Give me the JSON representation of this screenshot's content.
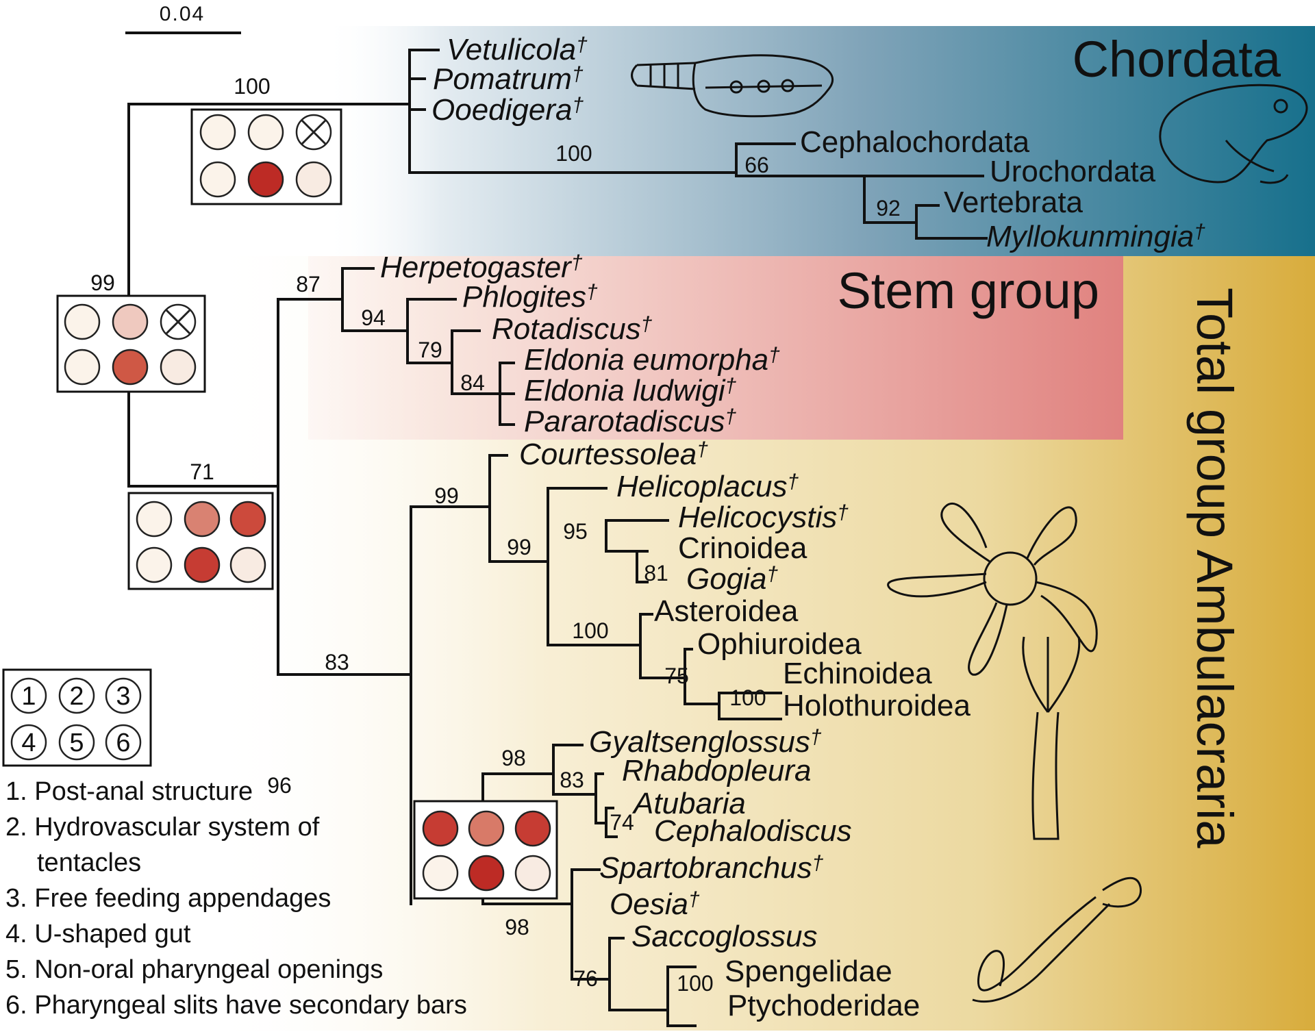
{
  "scale_bar": "0.04",
  "clades": {
    "chordata": "Chordata",
    "stem_group": "Stem group",
    "ambulacraria": "Total group Ambulacraria"
  },
  "taxa": [
    {
      "name": "Vetulicola",
      "mark": "†"
    },
    {
      "name": "Pomatrum",
      "mark": "†"
    },
    {
      "name": "Ooedigera",
      "mark": "†"
    },
    {
      "name": "Cephalochordata"
    },
    {
      "name": "Urochordata"
    },
    {
      "name": "Vertebrata"
    },
    {
      "name": "Myllokunmingia",
      "mark": "†"
    },
    {
      "name": "Herpetogaster",
      "mark": "†"
    },
    {
      "name": "Phlogites",
      "mark": "†"
    },
    {
      "name": "Rotadiscus",
      "mark": "†"
    },
    {
      "name": "Eldonia eumorpha",
      "mark": "†"
    },
    {
      "name": "Eldonia ludwigi",
      "mark": "†"
    },
    {
      "name": "Pararotadiscus",
      "mark": "†"
    },
    {
      "name": "Courtessolea",
      "mark": "†"
    },
    {
      "name": "Helicoplacus",
      "mark": "†"
    },
    {
      "name": "Helicocystis",
      "mark": "†"
    },
    {
      "name": "Crinoidea"
    },
    {
      "name": "Gogia",
      "mark": "†"
    },
    {
      "name": "Asteroidea"
    },
    {
      "name": "Ophiuroidea"
    },
    {
      "name": "Echinoidea"
    },
    {
      "name": "Holothuroidea"
    },
    {
      "name": "Gyaltsenglossus",
      "mark": "†"
    },
    {
      "name": "Rhabdopleura"
    },
    {
      "name": "Atubaria"
    },
    {
      "name": "Cephalodiscus"
    },
    {
      "name": "Spartobranchus",
      "mark": "†"
    },
    {
      "name": "Oesia",
      "mark": "†"
    },
    {
      "name": "Saccoglossus"
    },
    {
      "name": "Spengelidae"
    },
    {
      "name": "Ptychoderidae"
    }
  ],
  "support": [
    "100",
    "100",
    "66",
    "92",
    "99",
    "87",
    "94",
    "79",
    "84",
    "71",
    "99",
    "99",
    "95",
    "81",
    "100",
    "75",
    "100",
    "83",
    "98",
    "83",
    "74",
    "96",
    "98",
    "76",
    "100"
  ],
  "legend": {
    "keys": [
      "1",
      "2",
      "3",
      "4",
      "5",
      "6"
    ],
    "items": [
      "1. Post-anal structure",
      "2. Hydrovascular system of",
      "tentacles",
      "3. Free feeding appendages",
      "4. U-shaped gut",
      "5. Non-oral pharyngeal openings",
      "6. Pharyngeal slits have secondary bars"
    ]
  },
  "colors": {
    "chordata_band": "#17708c",
    "stem_group_band": "#e0827f",
    "ambulacraria_band": "#d8ac3c",
    "character_present_strong": "#bd2b25",
    "character_present_medium": "#d98272",
    "character_present_weak": "#efc9bf",
    "character_absent": "#fbf3ea"
  },
  "icons": [
    "absent-cross-icon",
    "vetulicolian-illustration",
    "frog-illustration",
    "brittle-star-illustration",
    "pterobranch-illustration",
    "acorn-worm-illustration"
  ]
}
